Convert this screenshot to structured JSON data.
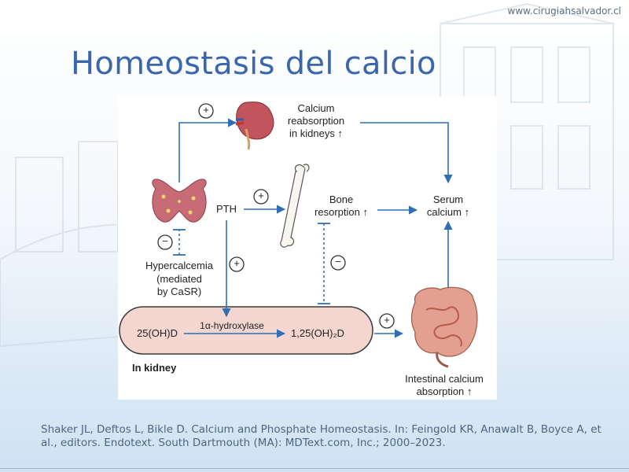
{
  "header": {
    "url": "www.cirugiahsalvador.cl",
    "title": "Homeostasis del calcio"
  },
  "diagram": {
    "calcium_reabsorption": [
      "Calcium",
      "reabsorption",
      "in kidneys ↑"
    ],
    "pth": "PTH",
    "bone_resorption": [
      "Bone",
      "resorption ↑"
    ],
    "serum_calcium": [
      "Serum",
      "calcium ↑"
    ],
    "hypercalcemia": "Hypercalcemia",
    "hypercalcemia_note": [
      "(mediated",
      "by CaSR)"
    ],
    "enzyme": "1α-hydroxylase",
    "substrate": "25(OH)D",
    "product": "1,25(OH)₂D",
    "kidney_label": "In kidney",
    "intestinal_absorption": [
      "Intestinal calcium",
      "absorption ↑"
    ],
    "plus_sign": "+",
    "minus_sign": "−"
  },
  "citation": "Shaker JL, Deftos L, Bikle D. Calcium and Phosphate Homeostasis. In: Feingold KR, Anawalt B, Boyce A, et al., editors. Endotext. South Dartmouth (MA): MDText.com, Inc.; 2000–2023.",
  "colors": {
    "title": "#3a66ad",
    "arrow": "#2e6fb7",
    "kidney_box": "#f3d6cf",
    "thyroid": "#c76b77",
    "background_wash": "#cfe2f3"
  },
  "icons": [
    "kidney-icon",
    "thyroid-icon",
    "bone-icon",
    "intestine-icon"
  ]
}
